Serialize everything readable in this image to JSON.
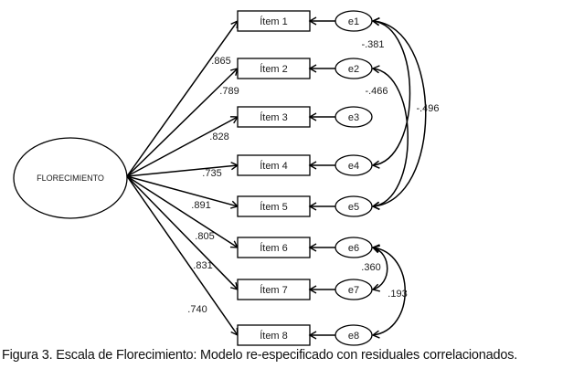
{
  "latent": {
    "label": "FLORECIMIENTO"
  },
  "items": [
    {
      "label": "Ítem 1",
      "loading": ".865",
      "error": "e1"
    },
    {
      "label": "Ítem 2",
      "loading": ".789",
      "error": "e2"
    },
    {
      "label": "Ítem 3",
      "loading": ".828",
      "error": "e3"
    },
    {
      "label": "Ítem 4",
      "loading": ".735",
      "error": "e4"
    },
    {
      "label": "Ítem 5",
      "loading": ".891",
      "error": "e5"
    },
    {
      "label": "Ítem 6",
      "loading": ".805",
      "error": "e6"
    },
    {
      "label": "Ítem 7",
      "loading": ".831",
      "error": "e7"
    },
    {
      "label": "Ítem 8",
      "loading": ".740",
      "error": "e8"
    }
  ],
  "correlations": [
    {
      "from": "e1",
      "to": "e4",
      "value": "-.381"
    },
    {
      "from": "e2",
      "to": "e5",
      "value": "-.466"
    },
    {
      "from": "e1",
      "to": "e5",
      "value": "-.496"
    },
    {
      "from": "e6",
      "to": "e7",
      "value": ".360"
    },
    {
      "from": "e6",
      "to": "e8",
      "value": ".193"
    }
  ],
  "caption": "Figura 3. Escala de Florecimiento: Modelo re-especificado con residuales correlacionados."
}
